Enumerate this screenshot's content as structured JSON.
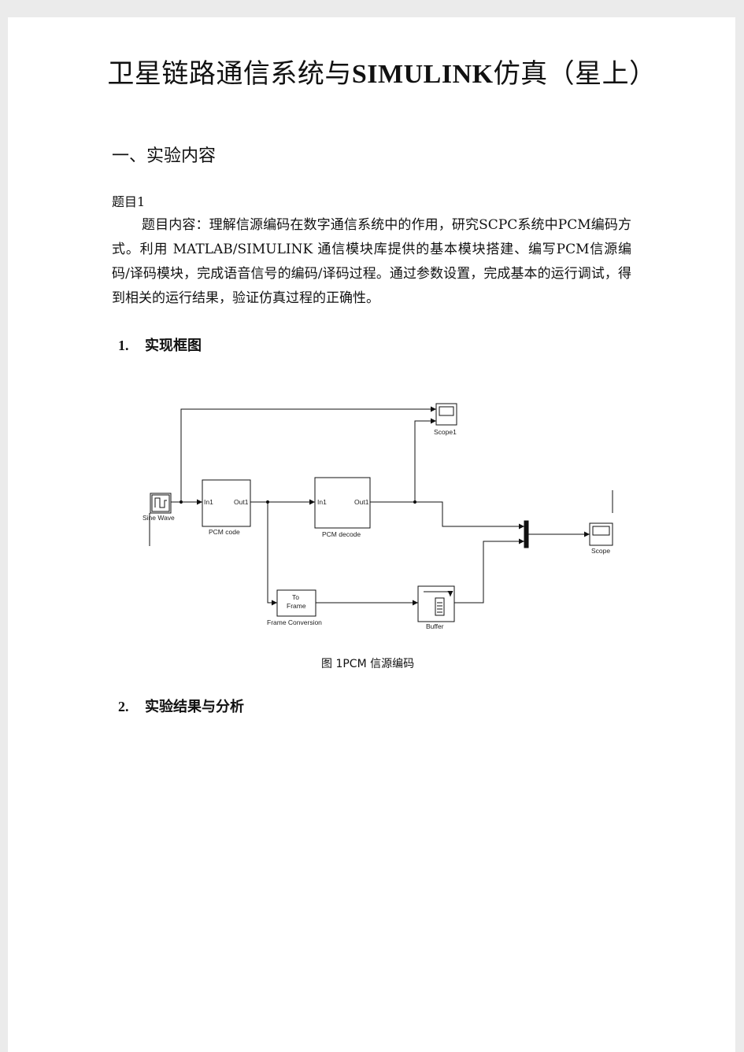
{
  "title": {
    "cn": "卫星链路通信系统与",
    "en": "SIMULINK",
    "cn2": "仿真（星上）"
  },
  "heading1": "一、实验内容",
  "topic": "题目1",
  "paragraph": "题目内容：理解信源编码在数字通信系统中的作用，研究SCPC系统中PCM编码方式。利用 MATLAB/SIMULINK 通信模块库提供的基本模块搭建、编写PCM信源编码/译码模块，完成语音信号的编码/译码过程。通过参数设置，完成基本的运行调试，得到相关的运行结果，验证仿真过程的正确性。",
  "sections": [
    {
      "num": "1.",
      "label": "实现框图"
    },
    {
      "num": "2.",
      "label": "实验结果与分析"
    }
  ],
  "diagram": {
    "sine_wave": "Sine  Wave",
    "pcm_code": {
      "name": "PCM  code",
      "in": "In1",
      "out": "Out1"
    },
    "pcm_decode": {
      "name": "PCM  decode",
      "in": "In1",
      "out": "Out1"
    },
    "to_frame": {
      "line1": "To",
      "line2": "Frame",
      "name": "Frame  Conversion"
    },
    "buffer": "Buffer",
    "scope1": "Scope1",
    "scope": "Scope"
  },
  "caption": "图 1PCM 信源编码"
}
